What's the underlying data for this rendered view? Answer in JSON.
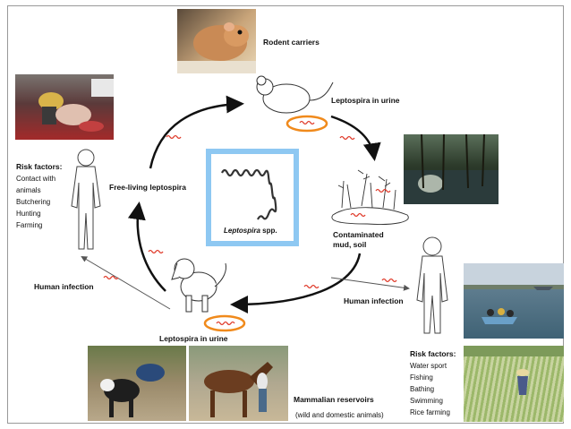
{
  "center": {
    "caption_italic": "Leptospira",
    "caption_rest": " spp."
  },
  "labels": {
    "rodent_carriers": "Rodent carriers",
    "leptospira_urine_top": "Leptospira in urine",
    "contaminated_1": "Contaminated",
    "contaminated_2": "mud, soil",
    "free_living": "Free-living leptospira",
    "human_infection_left": "Human infection",
    "human_infection_right": "Human infection",
    "leptospira_urine_bottom": "Leptospira in urine",
    "mammalian_reservoirs": "Mammalian reservoirs",
    "mammalian_sub": "(wild and domestic animals)"
  },
  "risk_left": {
    "title": "Risk factors:",
    "items": [
      "Contact with",
      "animals",
      "Butchering",
      "Hunting",
      "Farming"
    ]
  },
  "risk_right": {
    "title": "Risk factors:",
    "items": [
      "Water sport",
      "Fishing",
      "Bathing",
      "Swimming",
      "Rice farming"
    ]
  },
  "colors": {
    "spirochete": "#e03a2a",
    "urine": "#f08a1c",
    "center_border": "#8ec8f2",
    "arrow": "#111111"
  }
}
